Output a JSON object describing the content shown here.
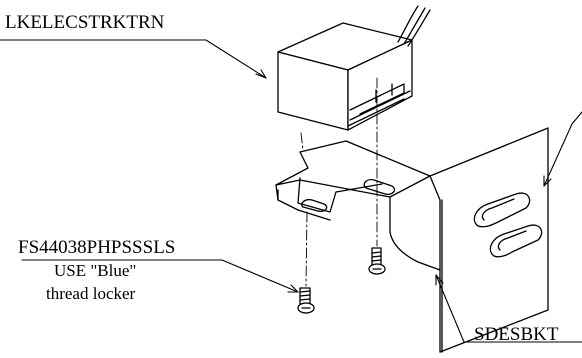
{
  "callouts": {
    "electronics_label": "LKELECSTRKTRN",
    "fastener_label": "FS44038PHPSSSLS",
    "fastener_note_line1": "USE \"Blue\"",
    "fastener_note_line2": "thread locker",
    "bracket_label": "SDESBKT"
  },
  "colors": {
    "line": "#000000",
    "background": "#ffffff"
  }
}
